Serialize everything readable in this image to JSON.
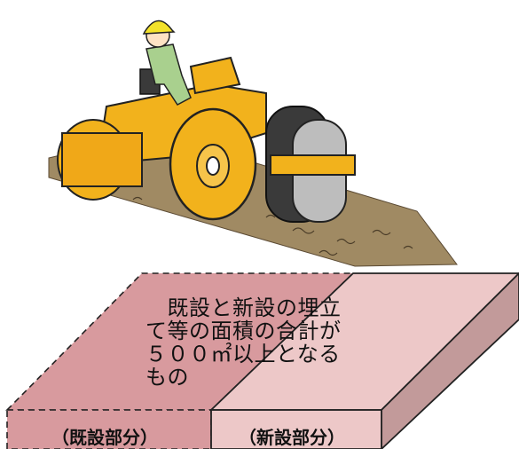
{
  "caption": {
    "lines": [
      "　既設と新設の埋立",
      "て等の面積の合計が",
      "５００㎡以上となる",
      "もの"
    ]
  },
  "labels": {
    "existing": "（既設部分）",
    "new": "（新設部分）"
  },
  "colors": {
    "existing_block": "#d89a9e",
    "new_block": "#edc8c8",
    "new_block_side": "#c29a9a",
    "roller_body": "#f2b21c",
    "worker_helmet": "#f3e22a",
    "worker_suit": "#a9d08e",
    "soil": "#a08a63"
  }
}
